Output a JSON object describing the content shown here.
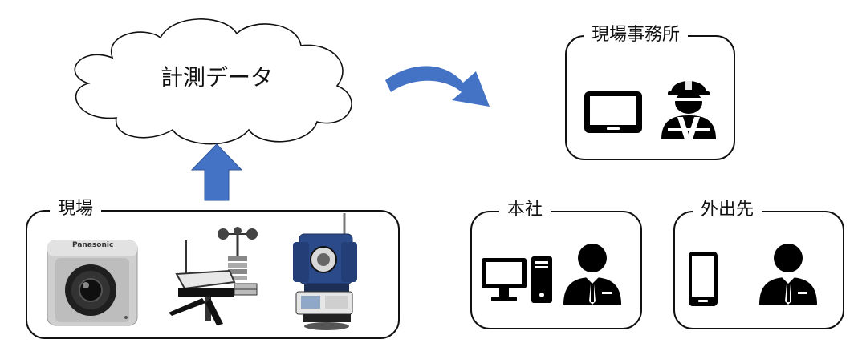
{
  "cloud": {
    "label": "計測データ"
  },
  "site": {
    "label": "現場",
    "camera_brand": "Panasonic"
  },
  "office": {
    "label": "現場事務所"
  },
  "headquarters": {
    "label": "本社"
  },
  "remote": {
    "label": "外出先"
  },
  "colors": {
    "arrow": "#4472c4",
    "outline": "#111111",
    "icon": "#000000"
  },
  "icons": {
    "site": [
      "network-camera-icon",
      "weather-station-icon",
      "total-station-icon"
    ],
    "office": [
      "tablet-icon",
      "construction-worker-icon"
    ],
    "headquarters": [
      "desktop-computer-icon",
      "businessman-icon"
    ],
    "remote": [
      "smartphone-icon",
      "businessman-icon"
    ]
  }
}
